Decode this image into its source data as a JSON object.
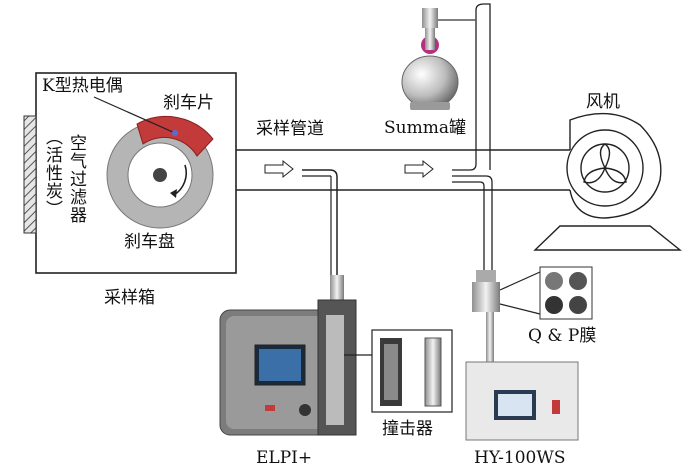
{
  "labels": {
    "thermocouple": "K型热电偶",
    "brake_pad": "刹车片",
    "brake_disc": "刹车盘",
    "sampling_box": "采样箱",
    "filter_main": "空气过滤器",
    "filter_sub": "（活性炭）",
    "sampling_pipe": "采样管道",
    "summa": "Summa罐",
    "fan": "风机",
    "qp_membrane": "Q & P膜",
    "impactor": "撞击器",
    "elpi": "ELPI+",
    "hy100ws": "HY-100WS"
  },
  "colors": {
    "brake_pad": "#c23a3a",
    "disc_outer": "#b9b9b9",
    "disc_inner": "#ffffff",
    "line": "#222222",
    "filter_hatch": "#555555"
  }
}
